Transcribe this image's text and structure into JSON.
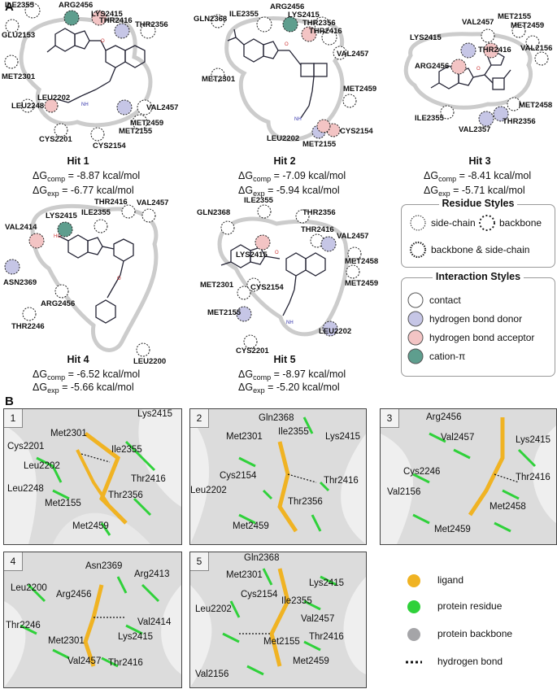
{
  "section_a": "A",
  "section_b": "B",
  "hits": [
    {
      "title": "Hit 1",
      "comp": "-8.87 kcal/mol",
      "exp": "-6.77 kcal/mol",
      "residues": [
        "ILE2355",
        "ARG2456",
        "LYS2415",
        "THR2416",
        "THR2356",
        "GLU2153",
        "MET2301",
        "LEU2202",
        "LEU2248",
        "VAL2457",
        "MET2459",
        "MET2155",
        "CYS2201",
        "CYS2154"
      ]
    },
    {
      "title": "Hit 2",
      "comp": "-7.09 kcal/mol",
      "exp": "-5.94 kcal/mol",
      "residues": [
        "GLN2368",
        "ILE2355",
        "ARG2456",
        "LYS2415",
        "THR2356",
        "THR2416",
        "VAL2457",
        "MET2301",
        "MET2459",
        "LEU2202",
        "CYS2154",
        "MET2155"
      ]
    },
    {
      "title": "Hit 3",
      "comp": "-8.41 kcal/mol",
      "exp": "-5.71 kcal/mol",
      "residues": [
        "VAL2457",
        "MET2155",
        "MET2459",
        "LYS2415",
        "THR2416",
        "VAL2156",
        "ARG2456",
        "ILE2355",
        "MET2458",
        "VAL2357",
        "THR2356"
      ]
    },
    {
      "title": "Hit 4",
      "comp": "-6.52 kcal/mol",
      "exp": "-5.66 kcal/mol",
      "residues": [
        "THR2416",
        "VAL2457",
        "VAL2414",
        "LYS2415",
        "ILE2355",
        "ASN2369",
        "ARG2456",
        "THR2246",
        "LEU2200"
      ]
    },
    {
      "title": "Hit 5",
      "comp": "-8.97 kcal/mol",
      "exp": "-5.20 kcal/mol",
      "residues": [
        "GLN2368",
        "ILE2355",
        "THR2356",
        "LYS2415",
        "THR2416",
        "VAL2457",
        "MET2458",
        "MET2459",
        "MET2301",
        "CYS2154",
        "MET2155",
        "LEU2202",
        "CYS2201"
      ]
    }
  ],
  "dg_symbol": "ΔG",
  "sub_comp": "comp",
  "sub_exp": "exp",
  "residue_styles": {
    "title": "Residue Styles",
    "items": [
      "side-chain",
      "backbone",
      "backbone & side-chain"
    ]
  },
  "interaction_styles": {
    "title": "Interaction Styles",
    "items": [
      {
        "label": "contact",
        "color": "#ffffff"
      },
      {
        "label": "hydrogen bond donor",
        "color": "#c6c6e6"
      },
      {
        "label": "hydrogen bond acceptor",
        "color": "#f3c4c4"
      },
      {
        "label": "cation-π",
        "color": "#5e9e8e"
      }
    ]
  },
  "panels": [
    {
      "num": "1",
      "labels": [
        "Met2301",
        "Ile2355",
        "Lys2415",
        "Cys2201",
        "Leu2202",
        "Thr2416",
        "Leu2248",
        "Thr2356",
        "Met2155",
        "Met2459"
      ]
    },
    {
      "num": "2",
      "labels": [
        "Gln2368",
        "Met2301",
        "Ile2355",
        "Lys2415",
        "Cys2154",
        "Thr2416",
        "Leu2202",
        "Thr2356",
        "Met2459"
      ]
    },
    {
      "num": "3",
      "labels": [
        "Arg2456",
        "Val2457",
        "Lys2415",
        "Cys2246",
        "Thr2416",
        "Val2156",
        "Met2458",
        "Met2459"
      ]
    },
    {
      "num": "4",
      "labels": [
        "Asn2369",
        "Arg2413",
        "Leu2200",
        "Arg2456",
        "Val2414",
        "Thr2246",
        "Met2301",
        "Lys2415",
        "Val2457",
        "Thr2416"
      ]
    },
    {
      "num": "5",
      "labels": [
        "Gln2368",
        "Met2301",
        "Lys2415",
        "Cys2154",
        "Ile2355",
        "Leu2202",
        "Val2457",
        "Met2155",
        "Thr2416",
        "Val2156",
        "Met2459"
      ]
    }
  ],
  "legend_b": [
    {
      "label": "ligand",
      "color": "#f0b323"
    },
    {
      "label": "protein residue",
      "color": "#2fd13a"
    },
    {
      "label": "protein backbone",
      "color": "#a5a5a8"
    },
    {
      "label": "hydrogen bond",
      "color": "#111111"
    }
  ]
}
